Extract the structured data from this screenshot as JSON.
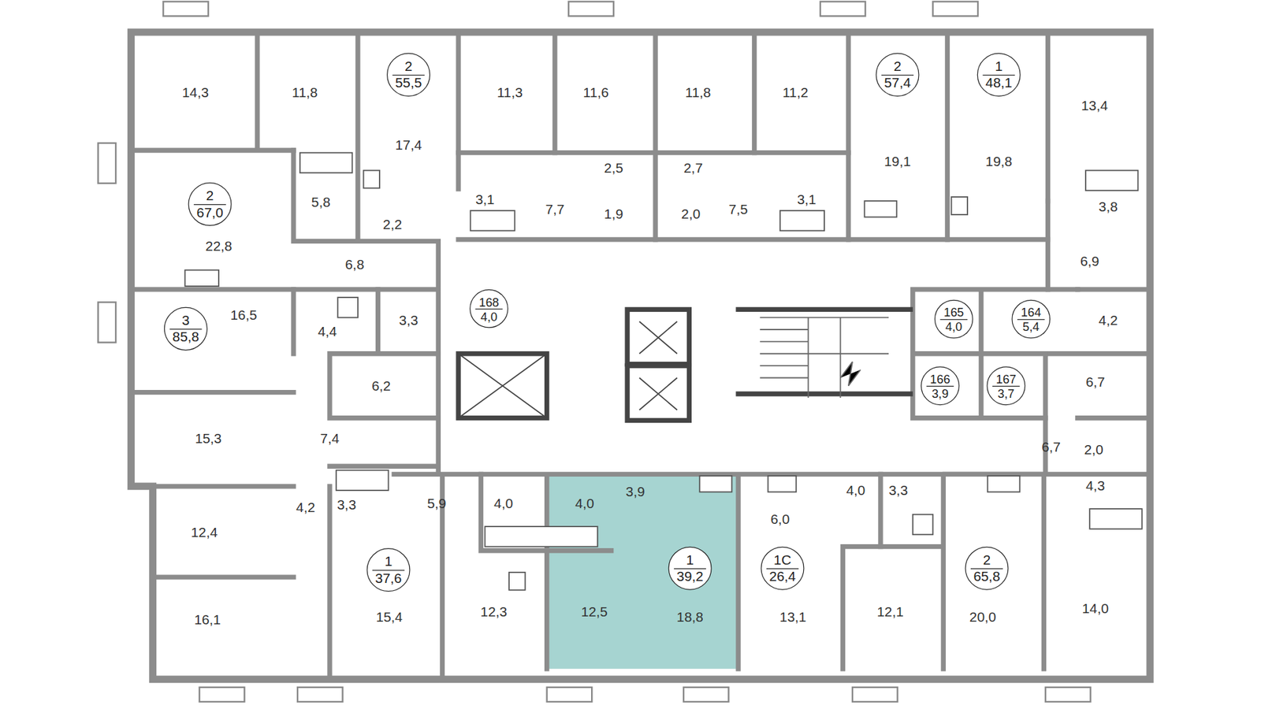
{
  "diagram": {
    "nodes": [
      {
        "text": [
          "2",
          "55,5"
        ]
      },
      {
        "text": [
          "2",
          "57,4"
        ]
      },
      {
        "text": [
          "1",
          "48,1"
        ]
      },
      {
        "text": [
          "2",
          "67,0"
        ]
      },
      {
        "text": [
          "168",
          "4,0"
        ]
      },
      {
        "text": [
          "165",
          "4,0"
        ]
      },
      {
        "text": [
          "164",
          "5,4"
        ]
      },
      {
        "text": [
          "3",
          "85,8"
        ]
      },
      {
        "text": [
          "166",
          "3,9"
        ]
      },
      {
        "text": [
          "167",
          "3,7"
        ]
      },
      {
        "text": [
          "1",
          "37,6"
        ]
      },
      {
        "text": [
          "1",
          "39,2"
        ]
      },
      {
        "text": [
          "1С",
          "26,4"
        ]
      },
      {
        "text": [
          "2",
          "65,8"
        ]
      }
    ],
    "labels": [
      "14,3",
      "11,8",
      "17,4",
      "11,3",
      "11,6",
      "11,8",
      "11,2",
      "19,1",
      "19,8",
      "13,4",
      "5,8",
      "2,2",
      "3,1",
      "7,7",
      "2,5",
      "2,7",
      "1,9",
      "2,0",
      "7,5",
      "3,1",
      "3,8",
      "6,9",
      "22,8",
      "6,8",
      "16,5",
      "4,4",
      "3,3",
      "4,2",
      "6,2",
      "6,7",
      "15,3",
      "7,4",
      "6,7",
      "2,0",
      "4,3",
      "12,4",
      "4,2",
      "3,3",
      "5,9",
      "4,0",
      "4,0",
      "3,9",
      "6,0",
      "4,0",
      "3,3",
      "12,3",
      "12,5",
      "18,8",
      "13,1",
      "12,1",
      "20,0",
      "14,0",
      "16,1",
      "15,4"
    ]
  }
}
